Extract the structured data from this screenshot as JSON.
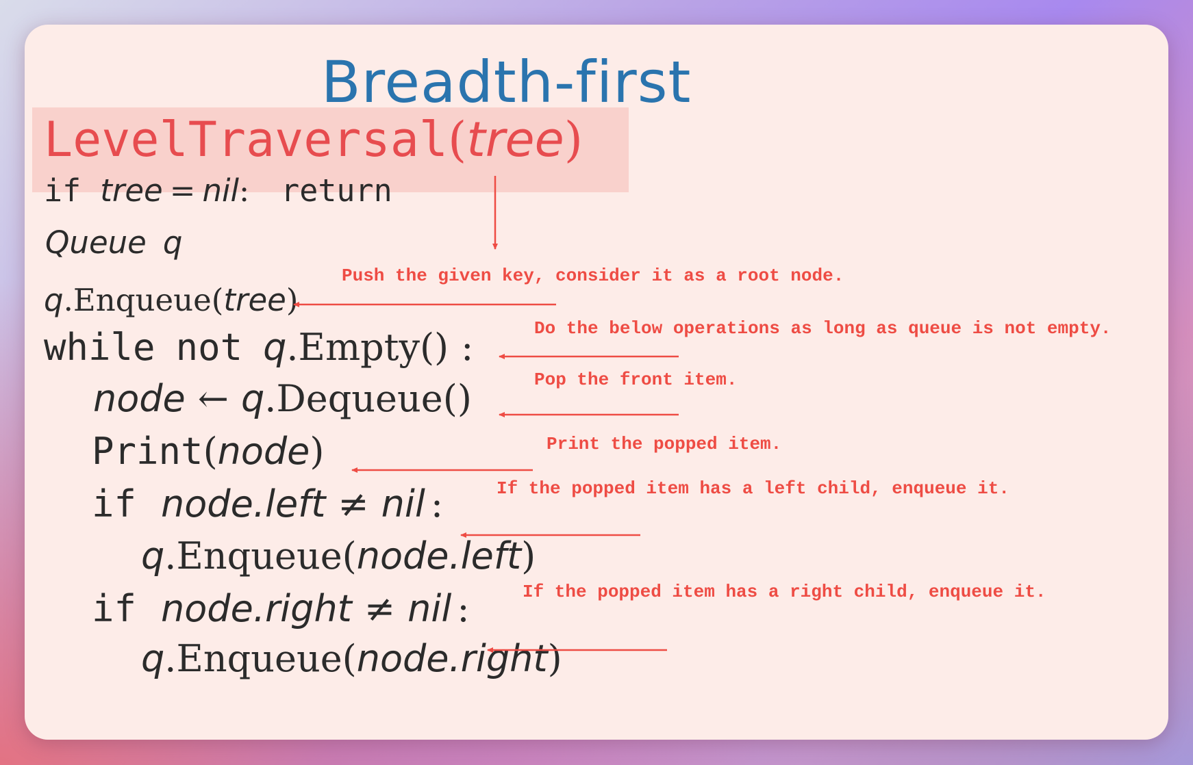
{
  "slide": {
    "title": "Breadth-first",
    "signature": {
      "name": "LevelTraversal",
      "open": "(",
      "param": "tree",
      "close": ")"
    },
    "lines": {
      "guard": {
        "kw": "if",
        "var": "tree",
        "op": "=",
        "val": "nil",
        "colon": ":",
        "ret": "return"
      },
      "queue_decl": {
        "type": "Queue",
        "var": "q"
      },
      "enqueue_root": {
        "obj": "q",
        "method": ".Enqueue(",
        "arg": "tree",
        "close": ")"
      },
      "while": {
        "kw1": "while",
        "kw2": "not",
        "obj": "q",
        "method": ".Empty()",
        "colon": ":"
      },
      "dequeue": {
        "var": "node",
        "arrow": "←",
        "obj": "q",
        "method": ".Dequeue()"
      },
      "print": {
        "fn": "Print",
        "open": "(",
        "arg": "node",
        "close": ")"
      },
      "if_left": {
        "kw": "if",
        "expr": "node.left",
        "op": "≠",
        "val": "nil",
        "colon": ":"
      },
      "enqueue_left": {
        "obj": "q",
        "method": ".Enqueue(",
        "arg": "node.left",
        "close": ")"
      },
      "if_right": {
        "kw": "if",
        "expr": "node.right",
        "op": "≠",
        "val": "nil",
        "colon": ":"
      },
      "enqueue_right": {
        "obj": "q",
        "method": ".Enqueue(",
        "arg": "node.right",
        "close": ")"
      }
    }
  },
  "annotations": {
    "push_root": "Push the given key, consider it as a root node.",
    "loop": "Do the below operations as long as queue is not empty.",
    "pop": "Pop the front item.",
    "print": "Print the popped item.",
    "left": "If the popped item has a left child, enqueue it.",
    "right": "If the popped item has a right child, enqueue it."
  },
  "colors": {
    "card": "#fdece8",
    "highlight": "#f9d1cc",
    "title": "#2a74ae",
    "signature": "#e74c4f",
    "annotation": "#ee4c44",
    "code": "#2b2b2b"
  }
}
